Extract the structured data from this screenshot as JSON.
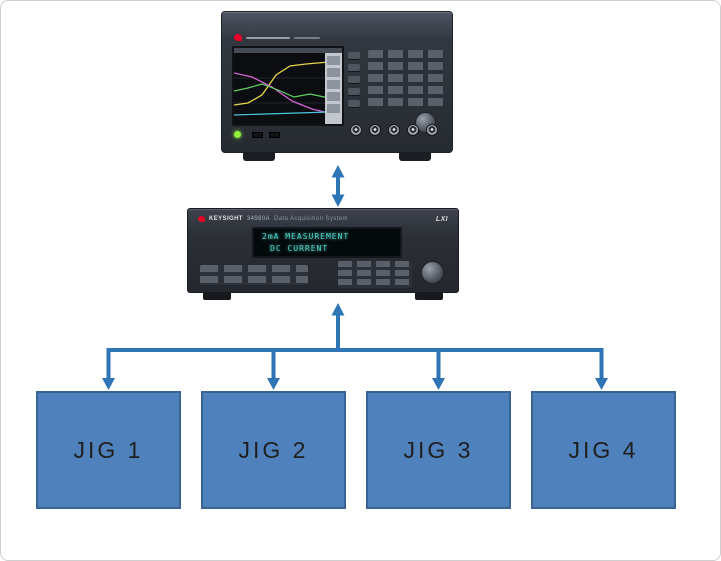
{
  "daq": {
    "brand": "KEYSIGHT",
    "model": "34980A",
    "model_desc": "Data Acquisition System",
    "lxi_label": "LXI",
    "display_line1": "2mA MEASUREMENT",
    "display_line2": "DC CURRENT"
  },
  "jigs": [
    {
      "label": "JIG 1"
    },
    {
      "label": "JIG 2"
    },
    {
      "label": "JIG 3"
    },
    {
      "label": "JIG 4"
    }
  ],
  "colors": {
    "arrow": "#2E75B6",
    "jig_fill": "#4F81BD",
    "jig_border": "#3A6494",
    "jig_text": "#1F1F1F",
    "display_text": "#4FD1C5"
  }
}
